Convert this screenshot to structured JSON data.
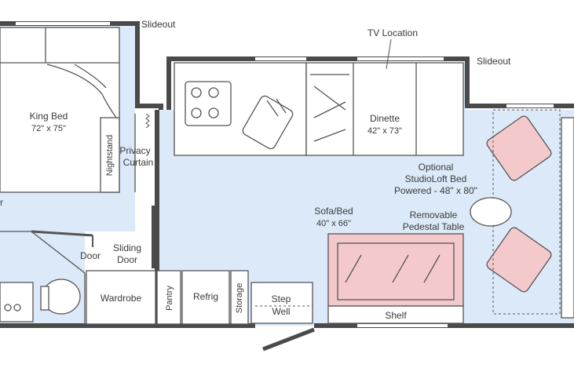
{
  "labels": {
    "slideout_top": "Slideout",
    "slideout_right": "Slideout",
    "tv_location": "TV Location",
    "king_bed": "King Bed",
    "king_bed_size": "72\" x 75\"",
    "nightstand": "Nightstand",
    "privacy": "Privacy",
    "curtain": "Curtain",
    "dinette": "Dinette",
    "dinette_size": "42\" x 73\"",
    "optional": "Optional",
    "studioloft": "StudioLoft Bed",
    "powered": "Powered - 48\" x 80\"",
    "removable": "Removable",
    "pedestal_table": "Pedestal Table",
    "sofa_bed": "Sofa/Bed",
    "sofa_bed_size": "40\" x 66\"",
    "door": "Door",
    "sliding": "Sliding",
    "sliding_door": "Door",
    "wardrobe": "Wardrobe",
    "pantry": "Pantry",
    "refrig": "Refrig",
    "storage": "Storage",
    "step": "Step",
    "well": "Well",
    "shelf": "Shelf",
    "partial_r": "r"
  },
  "colors": {
    "floor": "#dbe9f8",
    "wall": "#4a4a4a",
    "line": "#555555",
    "furniture_pink": "#f4c9cc",
    "counter": "#ffffff"
  }
}
